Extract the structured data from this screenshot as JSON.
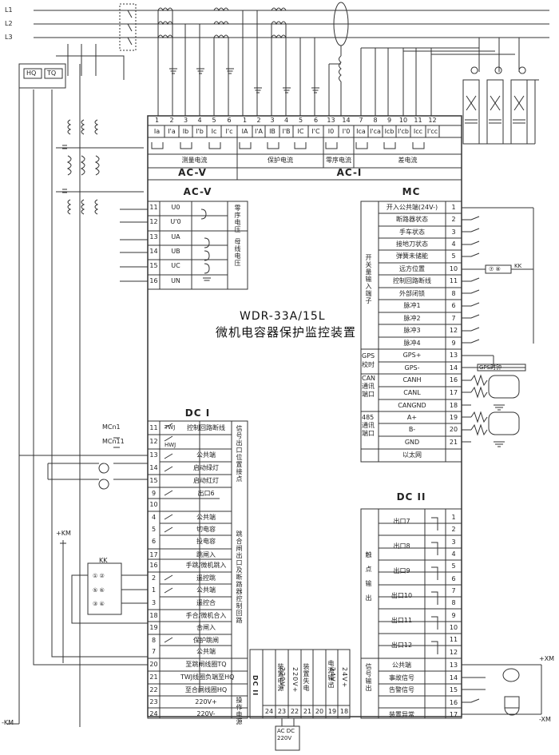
{
  "device": {
    "model": "WDR-33A/15L",
    "name": "微机电容器保护监控装置"
  },
  "lines": [
    "L1",
    "L2",
    "L3"
  ],
  "switch_labels": {
    "hq": "HQ",
    "tq": "TQ",
    "kk": "KK",
    "mcn1": "MCn1",
    "mcn11": "MCn11",
    "pkm": "+KM",
    "nkm": "-KM",
    "pxm": "+XM",
    "nxm": "-XM",
    "kk_contacts": [
      "⑦ ⑧"
    ]
  },
  "ac_top": {
    "terminals": [
      "1",
      "2",
      "3",
      "4",
      "5",
      "6",
      "1",
      "2",
      "3",
      "4",
      "5",
      "6",
      "13",
      "14",
      "7",
      "8",
      "9",
      "10",
      "11",
      "12"
    ],
    "signals": [
      "Ia",
      "I'a",
      "Ib",
      "I'b",
      "Ic",
      "I'c",
      "IA",
      "I'A",
      "IB",
      "I'B",
      "IC",
      "I'C",
      "I0",
      "I'0",
      "Ica",
      "I'ca",
      "Icb",
      "I'cb",
      "Icc",
      "I'cc"
    ],
    "groups": [
      "测量电流",
      "保护电流",
      "零序电流",
      "差电流"
    ],
    "block_v": "AC-V",
    "block_i": "AC-I"
  },
  "acv": {
    "title": "AC-V",
    "rows": [
      {
        "n": "11",
        "s": "U0"
      },
      {
        "n": "12",
        "s": "U'0"
      },
      {
        "n": "13",
        "s": "UA"
      },
      {
        "n": "14",
        "s": "UB"
      },
      {
        "n": "15",
        "s": "UC"
      },
      {
        "n": "16",
        "s": "UN"
      }
    ],
    "zero_label": "零序电压",
    "bus_label": "母线电压"
  },
  "mc": {
    "title": "MC",
    "rows": [
      {
        "n": "1",
        "s": "开入公共端(24V-)"
      },
      {
        "n": "2",
        "s": "断路器状态"
      },
      {
        "n": "3",
        "s": "手车状态"
      },
      {
        "n": "4",
        "s": "接地刀状态"
      },
      {
        "n": "5",
        "s": "弹簧未储能"
      },
      {
        "n": "10",
        "s": "远方位置"
      },
      {
        "n": "11",
        "s": "控制回路断线"
      },
      {
        "n": "8",
        "s": "外部闭锁"
      },
      {
        "n": "6",
        "s": "脉冲1"
      },
      {
        "n": "7",
        "s": "脉冲2"
      },
      {
        "n": "12",
        "s": "脉冲3"
      },
      {
        "n": "9",
        "s": "脉冲4"
      },
      {
        "n": "13",
        "s": "GPS+"
      },
      {
        "n": "14",
        "s": "GPS-"
      },
      {
        "n": "16",
        "s": "CANH"
      },
      {
        "n": "17",
        "s": "CANL"
      },
      {
        "n": "18",
        "s": "CANGND"
      },
      {
        "n": "19",
        "s": "A+"
      },
      {
        "n": "20",
        "s": "B-"
      },
      {
        "n": "21",
        "s": "GND"
      },
      {
        "n": "",
        "s": "以太网"
      }
    ],
    "side_input": "开关量输入端子",
    "side_gps": "GPS校时",
    "side_can": "CAN通讯端口",
    "side_485": "485通讯端口",
    "gps_clock": "GPS时钟"
  },
  "dci": {
    "title": "DC I",
    "rows": [
      {
        "n": "11",
        "s": "控制回路断线"
      },
      {
        "n": "12",
        "s": ""
      },
      {
        "n": "13",
        "s": "公共端"
      },
      {
        "n": "14",
        "s": "启动绿灯"
      },
      {
        "n": "15",
        "s": "启动红灯"
      },
      {
        "n": "9",
        "s": "出口6"
      },
      {
        "n": "10",
        "s": ""
      },
      {
        "n": "4",
        "s": "公共端"
      },
      {
        "n": "5",
        "s": "切电容"
      },
      {
        "n": "6",
        "s": "投电容"
      },
      {
        "n": "17",
        "s": "跳闸入"
      },
      {
        "n": "16",
        "s": "手跳/微机跳入"
      },
      {
        "n": "2",
        "s": "遥控跳"
      },
      {
        "n": "1",
        "s": "公共端"
      },
      {
        "n": "3",
        "s": "遥控合"
      },
      {
        "n": "18",
        "s": "手合/微机合入"
      },
      {
        "n": "19",
        "s": "合闸入"
      },
      {
        "n": "8",
        "s": "保护跳闸"
      },
      {
        "n": "7",
        "s": "公共端"
      },
      {
        "n": "20",
        "s": "至跳闸线圈TQ"
      },
      {
        "n": "21",
        "s": "TWJ线圈负端至HQ"
      },
      {
        "n": "22",
        "s": "至合闸线圈HQ"
      },
      {
        "n": "23",
        "s": "220V+"
      },
      {
        "n": "24",
        "s": "220V-"
      }
    ],
    "twj": "TWJ",
    "hwj": "HWJ",
    "side_signal": "信号出口",
    "side_position": "位置接点",
    "side_trip": "跳合闸出口及断路器控制回路",
    "side_power": "操作电源"
  },
  "dcii_bottom": {
    "title": "DC II",
    "terminals": [
      "24",
      "23",
      "22",
      "21",
      "20",
      "19",
      "18"
    ],
    "labels": [
      "",
      "220V-",
      "220V+",
      "",
      "",
      "24V-",
      "24V+"
    ],
    "group_labels": [
      "装置电源",
      "装置失电",
      "电源输出"
    ],
    "ac_dc": "AC DC 220V"
  },
  "dcii_right": {
    "title": "DC II",
    "outputs": [
      "出口7",
      "出口8",
      "出口9",
      "出口10",
      "出口11",
      "出口12"
    ],
    "output_terms": [
      "1",
      "2",
      "3",
      "4",
      "5",
      "6",
      "7",
      "8",
      "9",
      "10",
      "11",
      "12"
    ],
    "side_contacts": "触点输出",
    "side_signal": "信号输出",
    "sig_rows": [
      {
        "n": "13",
        "s": "公共端"
      },
      {
        "n": "14",
        "s": "事故信号"
      },
      {
        "n": "15",
        "s": "告警信号"
      },
      {
        "n": "16",
        "s": ""
      },
      {
        "n": "17",
        "s": "装置异常"
      }
    ]
  }
}
